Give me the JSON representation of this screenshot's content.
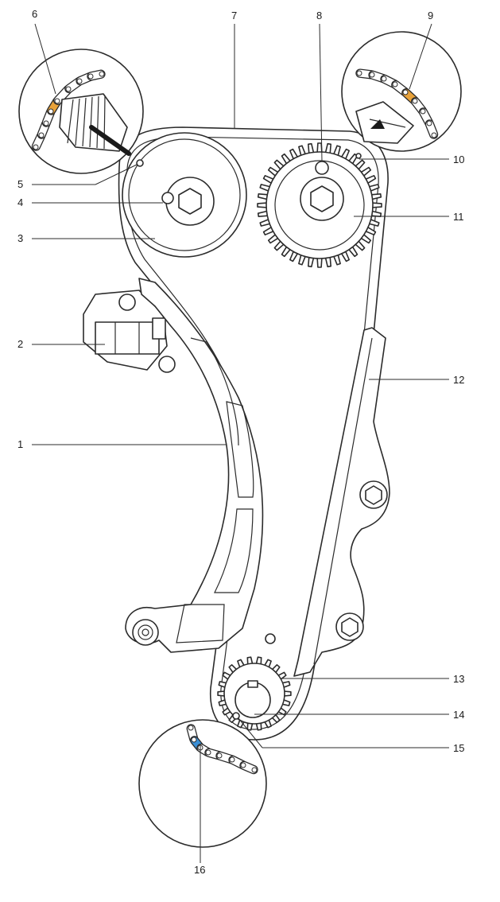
{
  "callouts": [
    {
      "id": "1",
      "label": "1"
    },
    {
      "id": "2",
      "label": "2"
    },
    {
      "id": "3",
      "label": "3"
    },
    {
      "id": "4",
      "label": "4"
    },
    {
      "id": "5",
      "label": "5"
    },
    {
      "id": "6",
      "label": "6"
    },
    {
      "id": "7",
      "label": "7"
    },
    {
      "id": "8",
      "label": "8"
    },
    {
      "id": "9",
      "label": "9"
    },
    {
      "id": "10",
      "label": "10"
    },
    {
      "id": "11",
      "label": "11"
    },
    {
      "id": "12",
      "label": "12"
    },
    {
      "id": "13",
      "label": "13"
    },
    {
      "id": "14",
      "label": "14"
    },
    {
      "id": "15",
      "label": "15"
    },
    {
      "id": "16",
      "label": "16"
    }
  ],
  "colors": {
    "marked_link_orange": "#e8a23a",
    "marked_link_blue": "#3a8fd6",
    "line": "#2b2b2b"
  }
}
